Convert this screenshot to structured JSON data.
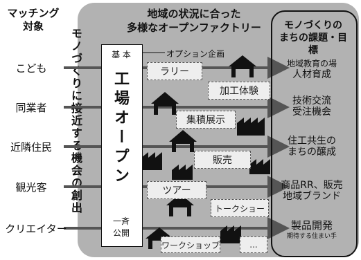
{
  "left_header": {
    "line1": "マッチング",
    "line2": "対象"
  },
  "vertical_title": "モノづくりに接近する機会の創出",
  "panel_header": {
    "line1": "地域の状況に合った",
    "line2": "多様なオープンファクトリー"
  },
  "goals_header": {
    "line1": "モノづくりの",
    "line2": "まちの課題・目標"
  },
  "targets": [
    "こども",
    "同業者",
    "近隣住民",
    "観光客",
    "クリエイター"
  ],
  "basic": {
    "label": "基 本",
    "main": "工場オープン",
    "bottom1": "一斉",
    "bottom2": "公開"
  },
  "option_label": "オプション企画",
  "options": [
    "ラリー",
    "加工体験",
    "集積展示",
    "販売",
    "ツアー",
    "トークショー",
    "ワークショップ",
    "..."
  ],
  "goals": [
    {
      "line1": "地域教育の場",
      "line2": "人材育成"
    },
    {
      "line1": "技術交流",
      "line2": "受注機会"
    },
    {
      "line1": "住工共生の",
      "line2": "まちの醸成"
    },
    {
      "line1": "商品RR、販売",
      "line2": "地域ブランド"
    },
    {
      "line1": "製品開発",
      "line2": "期待する住まい手"
    }
  ]
}
